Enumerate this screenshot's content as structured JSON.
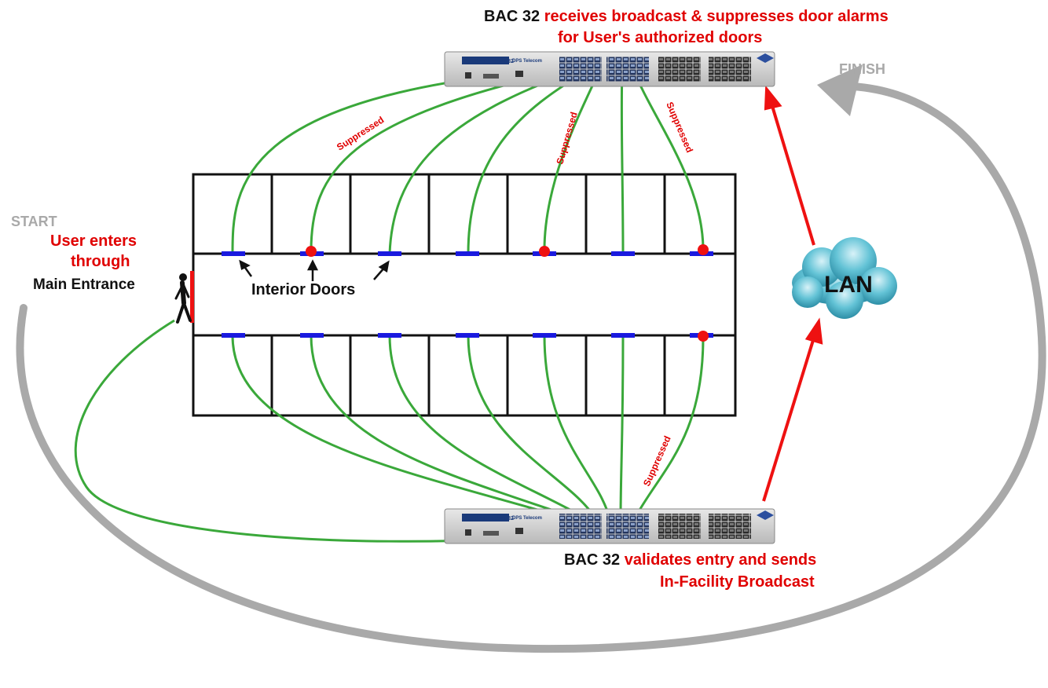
{
  "top_caption": {
    "device": "BAC 32",
    "line1": "receives broadcast & suppresses door alarms",
    "line2": "for User's authorized doors"
  },
  "bottom_caption": {
    "device": "BAC 32",
    "line1": "validates entry and sends",
    "line2": "In-Facility Broadcast"
  },
  "start_label": "START",
  "finish_label": "FINISH",
  "user_label": {
    "line1": "User enters",
    "line2": "through",
    "line3": "Main Entrance"
  },
  "interior_doors_label": "Interior Doors",
  "lan_label": "LAN",
  "suppressed_label": "Suppressed",
  "device_panel_title": "Building Access 32",
  "device_brand": "DPS Telecom",
  "colors": {
    "wire": "#3aa83a",
    "arrow_red": "#ee1111",
    "flow_gray": "#a9a9a9",
    "door_closed": "#1a1adf",
    "door_suppressed": "#ee1111",
    "cloud": "#4fb8cc"
  },
  "doors": {
    "top_row_suppressed": [
      false,
      true,
      false,
      false,
      true,
      false,
      true
    ],
    "bottom_row_suppressed": [
      false,
      false,
      false,
      false,
      false,
      false,
      true
    ]
  }
}
